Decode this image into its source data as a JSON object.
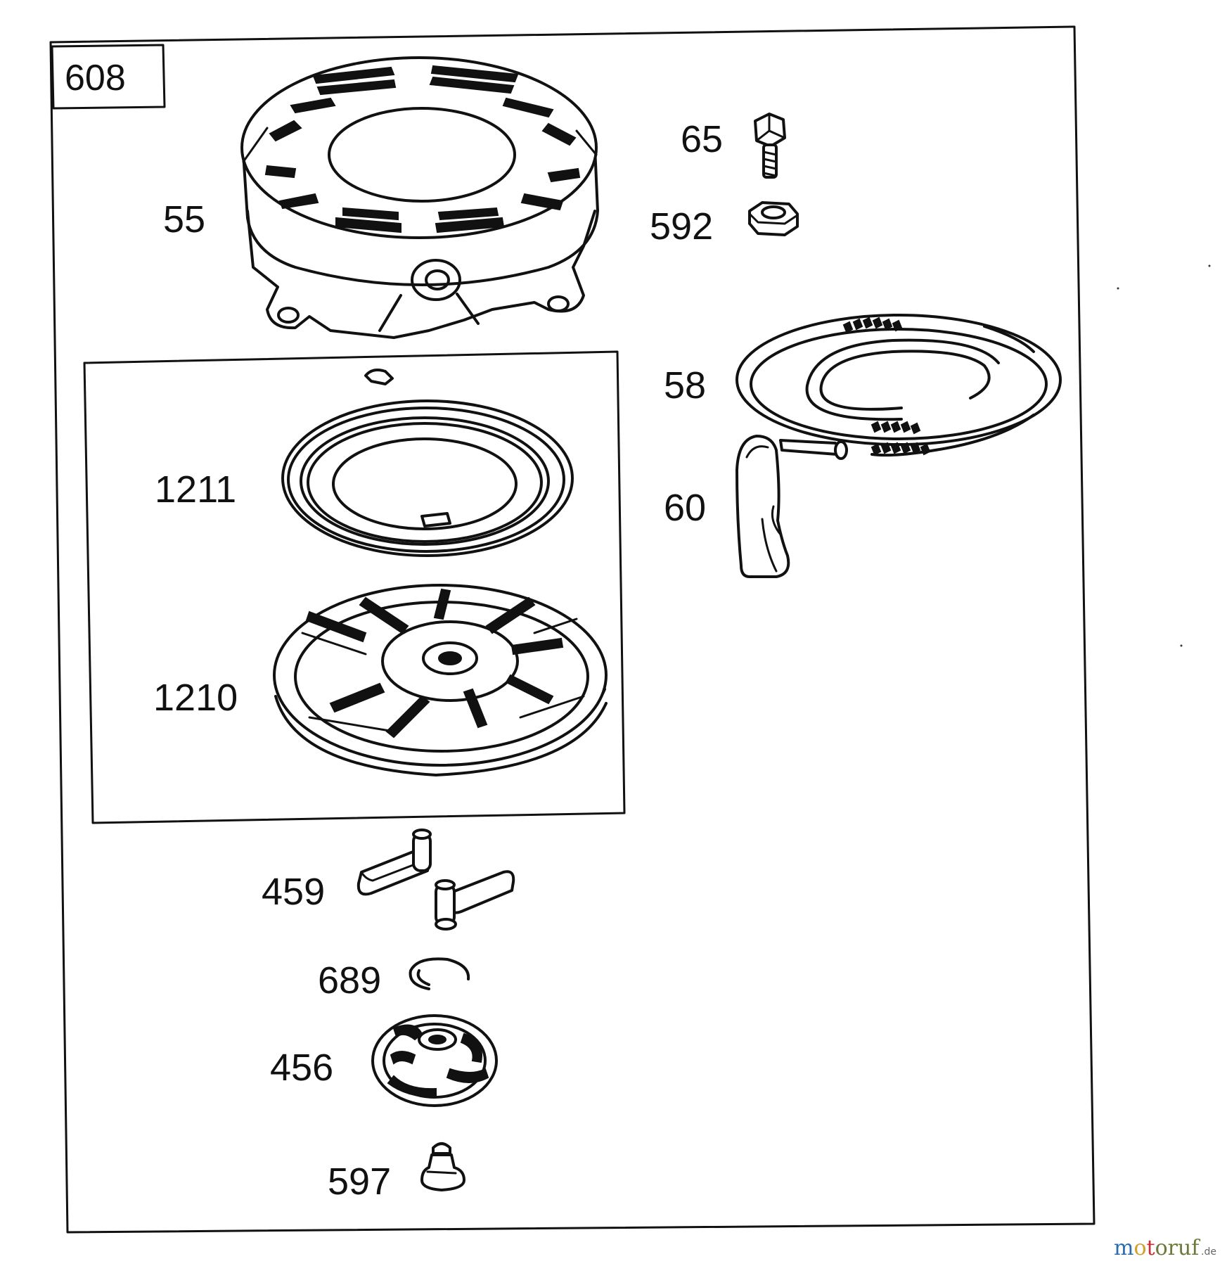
{
  "assembly_number": "608",
  "labels": {
    "p55": "55",
    "p65": "65",
    "p592": "592",
    "p58": "58",
    "p60": "60",
    "p1211": "1211",
    "p1210": "1210",
    "p459": "459",
    "p689": "689",
    "p456": "456",
    "p597": "597"
  },
  "watermark": {
    "brand": "motoruf",
    "tld": ".de"
  },
  "colors": {
    "line": "#111111",
    "background": "#ffffff",
    "watermark_m": "#2b6cb0",
    "watermark_o": "#d69e2e",
    "watermark_t": "#c53030",
    "watermark_rest": "#6b7a3a"
  }
}
